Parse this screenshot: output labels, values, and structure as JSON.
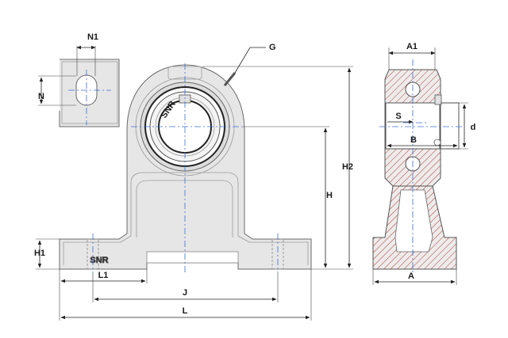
{
  "brand": "SNR",
  "bearing_marking": "SNR",
  "dimensions": {
    "N1": "N1",
    "N": "N",
    "G": "G",
    "A1": "A1",
    "S": "S",
    "d": "d",
    "B": "B",
    "H2": "H2",
    "H": "H",
    "H1": "H1",
    "L1": "L1",
    "J": "J",
    "L": "L",
    "A": "A"
  },
  "colors": {
    "body": "#e6e6e6",
    "outline": "#6b6b6b",
    "centerline": "#3b6fd8",
    "hatch": "#c0392b",
    "dimension": "#222222"
  }
}
